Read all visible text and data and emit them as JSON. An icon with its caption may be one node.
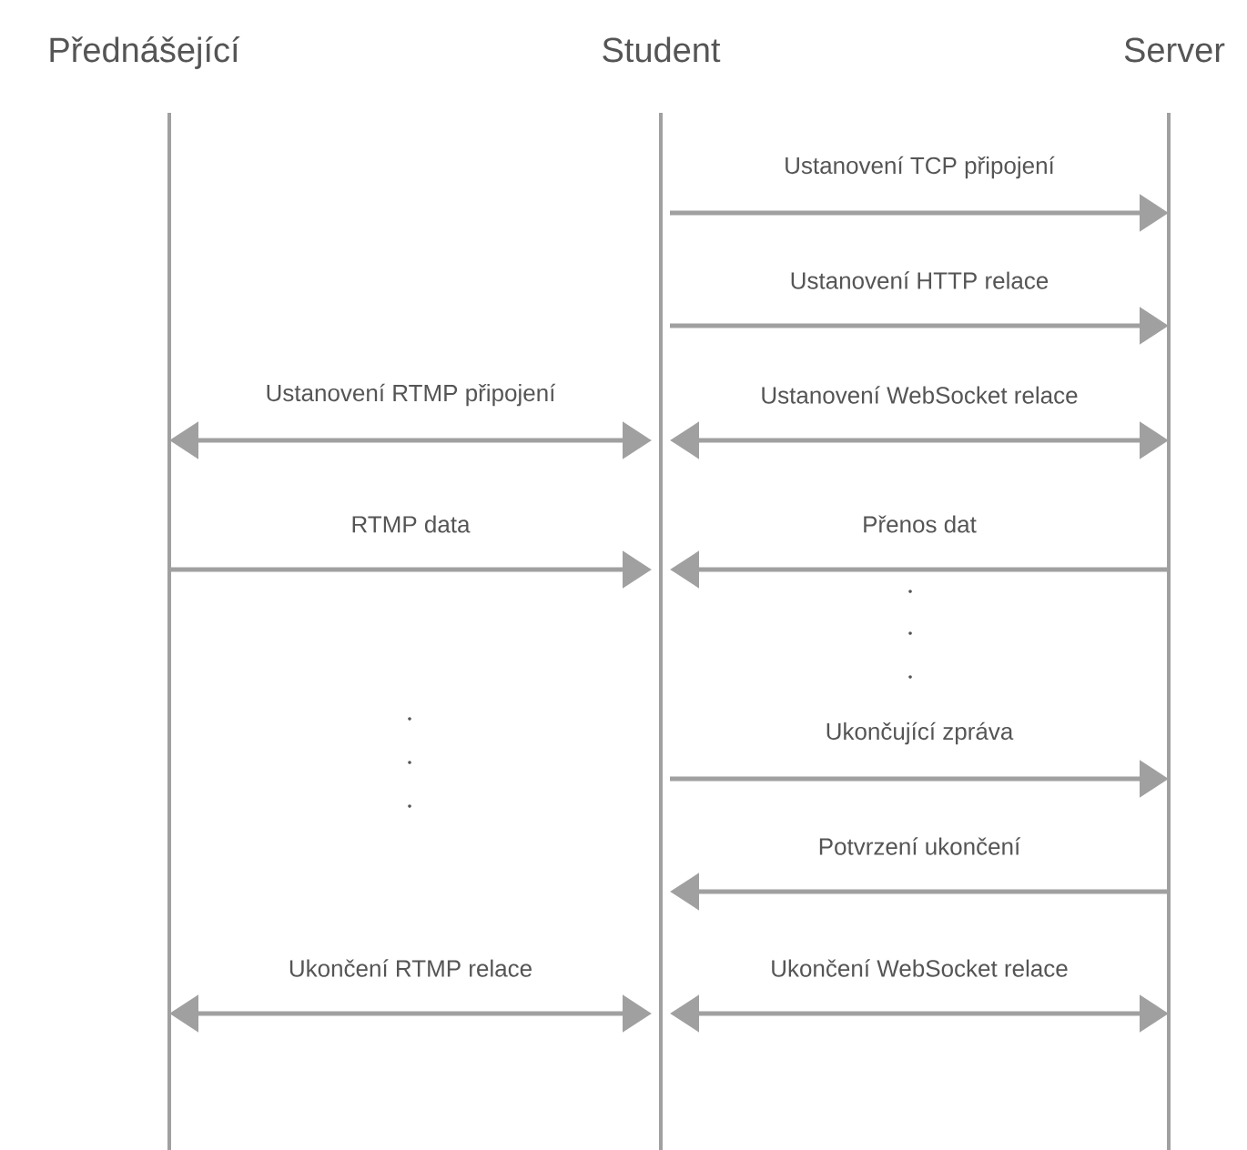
{
  "diagram": {
    "nodes": [
      {
        "text": [
          "Přednášející"
        ]
      },
      {
        "text": [
          "Student"
        ]
      },
      {
        "text": [
          "Server"
        ]
      }
    ],
    "edges": [
      {
        "from": 1,
        "to": 2,
        "arrow": "to",
        "label": "Ustanovení TCP připojení"
      },
      {
        "from": 1,
        "to": 2,
        "arrow": "to",
        "label": "Ustanovení HTTP relace"
      },
      {
        "from": 0,
        "to": 1,
        "arrow": "both",
        "label": "Ustanovení RTMP připojení"
      },
      {
        "from": 1,
        "to": 2,
        "arrow": "both",
        "label": "Ustanovení WebSocket relace"
      },
      {
        "from": 0,
        "to": 1,
        "arrow": "to",
        "label": "RTMP data"
      },
      {
        "from": 2,
        "to": 1,
        "arrow": "to",
        "label": "Přenos dat"
      },
      {
        "from": 1,
        "to": 2,
        "arrow": "to",
        "label": "Ukončující zpráva"
      },
      {
        "from": 2,
        "to": 1,
        "arrow": "to",
        "label": "Potvrzení ukončení"
      },
      {
        "from": 0,
        "to": 1,
        "arrow": "both",
        "label": "Ukončení RTMP relace"
      },
      {
        "from": 1,
        "to": 2,
        "arrow": "both",
        "label": "Ukončení WebSocket relace"
      }
    ]
  }
}
